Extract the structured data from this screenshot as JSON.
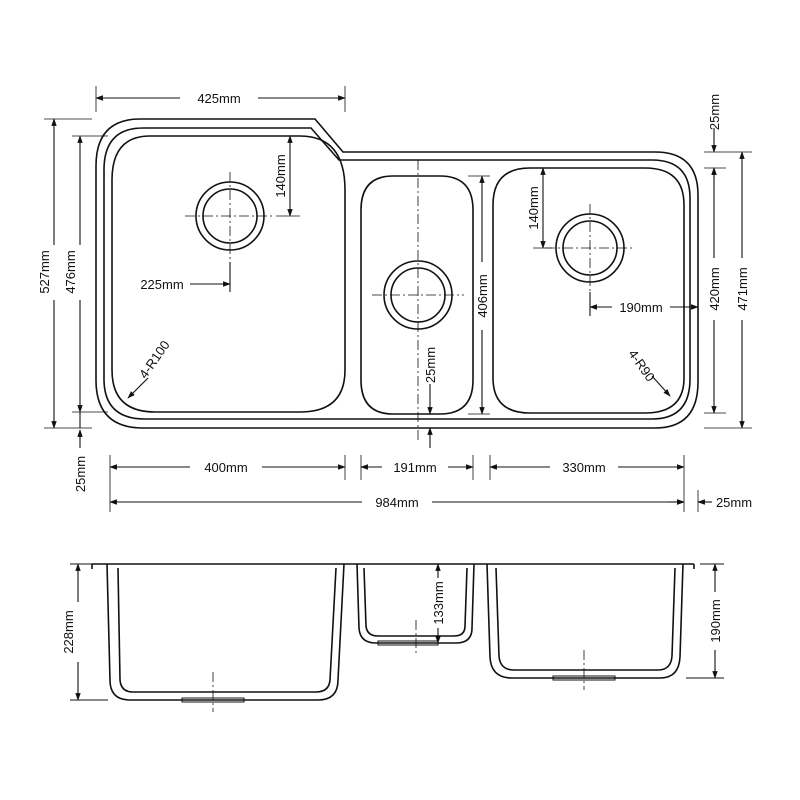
{
  "plan_view": {
    "dimensions": {
      "top_width_left_bowl": "425mm",
      "left_bowl_drain_from_top": "140mm",
      "left_bowl_drain_from_side": "225mm",
      "overall_depth_left": "527mm",
      "left_bowl_depth": "476mm",
      "left_corner_radius": "4-R100",
      "middle_bowl_drain_offset": "25mm",
      "middle_bowl_depth": "406mm",
      "right_flange_step": "25mm",
      "right_bowl_drain_from_top": "140mm",
      "right_bowl_drain_from_side": "190mm",
      "right_bowl_depth": "420mm",
      "overall_depth_right": "471mm",
      "right_corner_radius": "4-R90",
      "bottom_flange": "25mm",
      "left_bowl_width": "400mm",
      "middle_bowl_width": "191mm",
      "right_bowl_width": "330mm",
      "overall_width": "984mm",
      "right_flange": "25mm"
    }
  },
  "section_view": {
    "dimensions": {
      "left_bowl_height": "228mm",
      "middle_bowl_height": "133mm",
      "right_bowl_height": "190mm"
    }
  },
  "colors": {
    "line": "#111111",
    "background": "#ffffff"
  }
}
